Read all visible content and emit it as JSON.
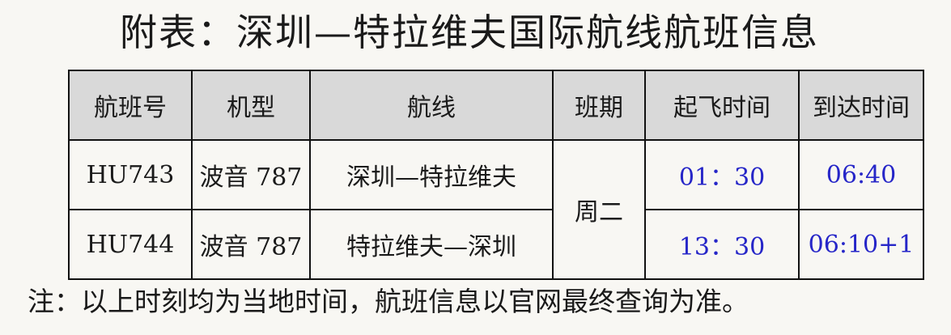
{
  "title": "附表：深圳—特拉维夫国际航线航班信息",
  "table": {
    "headers": [
      "航班号",
      "机型",
      "航线",
      "班期",
      "起飞时间",
      "到达时间"
    ],
    "schedule": "周二",
    "rows": [
      {
        "flight_no": "HU743",
        "aircraft": "波音 787",
        "route": "深圳—特拉维夫",
        "departure": "01：30",
        "arrival": "06:40"
      },
      {
        "flight_no": "HU744",
        "aircraft": "波音 787",
        "route": "特拉维夫—深圳",
        "departure": "13：30",
        "arrival": "06:10+1"
      }
    ]
  },
  "note": "注：以上时刻均为当地时间，航班信息以官网最终查询为准。",
  "colors": {
    "time_text": "#2626c8",
    "header_bg": "#d9d9d9",
    "page_bg": "#f8f7f3"
  }
}
